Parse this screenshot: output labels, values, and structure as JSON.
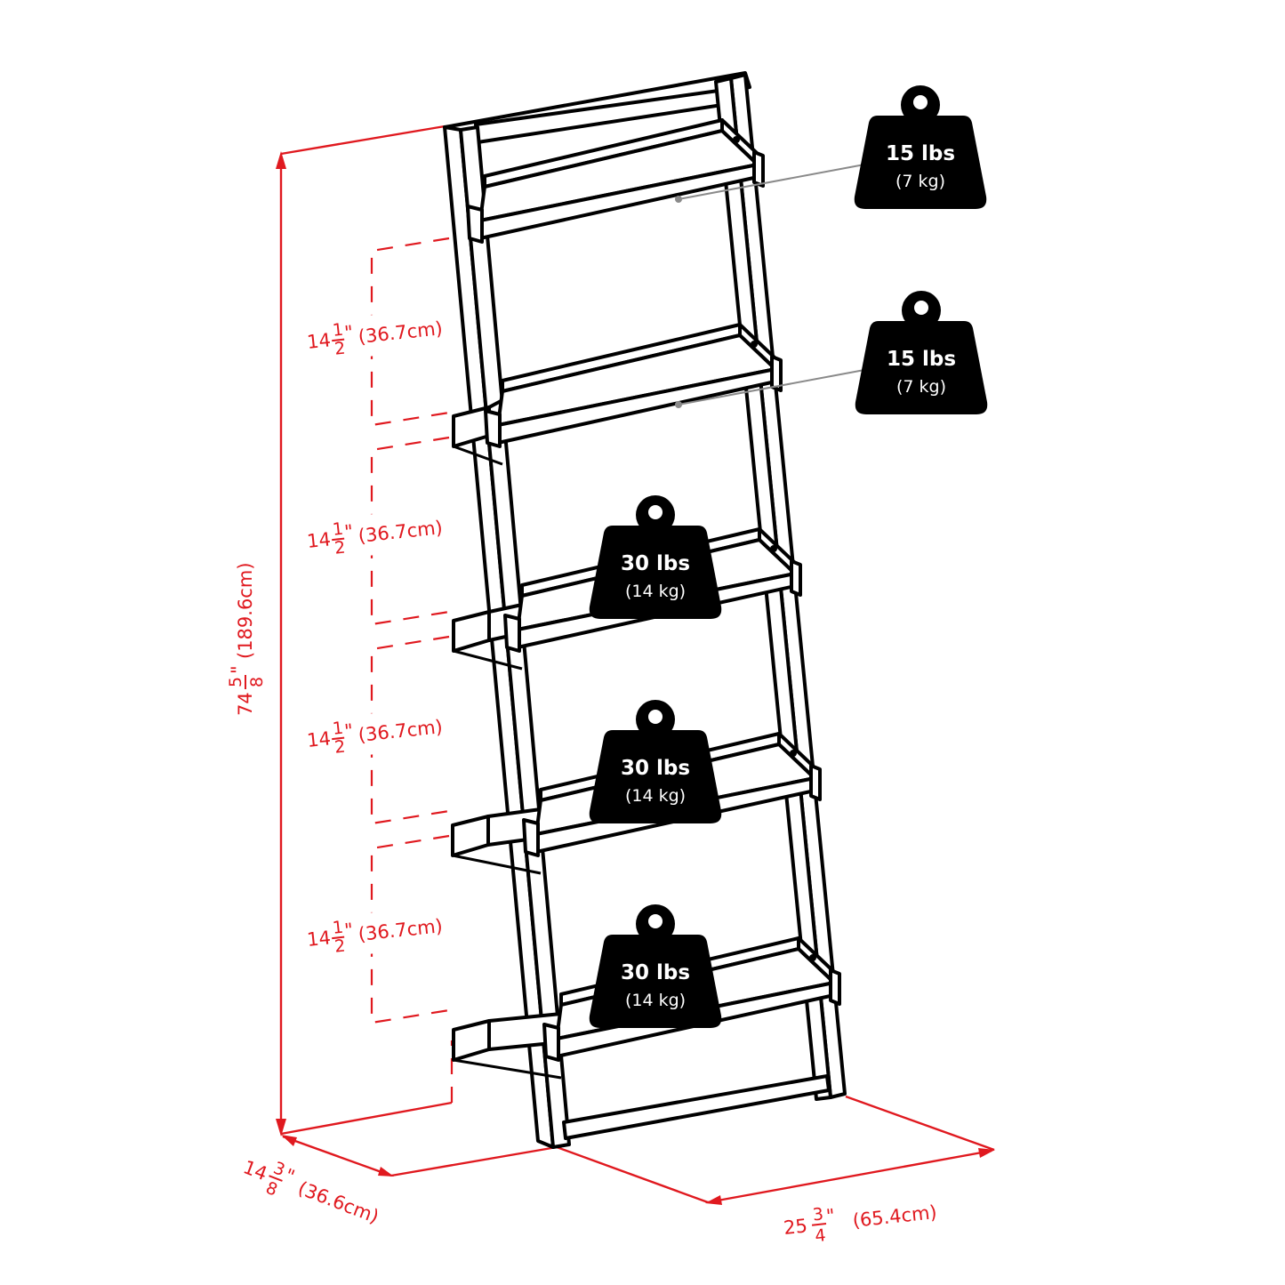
{
  "title": "Leaning ladder shelf dimensions and shelf weight capacities",
  "colors": {
    "dimension": "#e0191f",
    "line": "#000000",
    "weight_badge": "#000000",
    "leader": "#8a8a8a"
  },
  "dimensions": {
    "height": {
      "whole": "74",
      "num": "5",
      "den": "8",
      "unit": "\"",
      "metric": "(189.6cm)"
    },
    "depth": {
      "whole": "14",
      "num": "3",
      "den": "8",
      "unit": "\"",
      "metric": "(36.6cm)"
    },
    "width": {
      "whole": "25",
      "num": "3",
      "den": "4",
      "unit": "\"",
      "metric": "(65.4cm)"
    },
    "shelf_spacing": [
      {
        "whole": "14",
        "num": "1",
        "den": "2",
        "unit": "\"",
        "metric": "(36.7cm)"
      },
      {
        "whole": "14",
        "num": "1",
        "den": "2",
        "unit": "\"",
        "metric": "(36.7cm)"
      },
      {
        "whole": "14",
        "num": "1",
        "den": "2",
        "unit": "\"",
        "metric": "(36.7cm)"
      },
      {
        "whole": "14",
        "num": "1",
        "den": "2",
        "unit": "\"",
        "metric": "(36.7cm)"
      }
    ]
  },
  "weights": [
    {
      "shelf": 1,
      "lbs": "15 lbs",
      "kg": "(7 kg)"
    },
    {
      "shelf": 2,
      "lbs": "15 lbs",
      "kg": "(7 kg)"
    },
    {
      "shelf": 3,
      "lbs": "30 lbs",
      "kg": "(14 kg)"
    },
    {
      "shelf": 4,
      "lbs": "30 lbs",
      "kg": "(14 kg)"
    },
    {
      "shelf": 5,
      "lbs": "30 lbs",
      "kg": "(14 kg)"
    }
  ]
}
